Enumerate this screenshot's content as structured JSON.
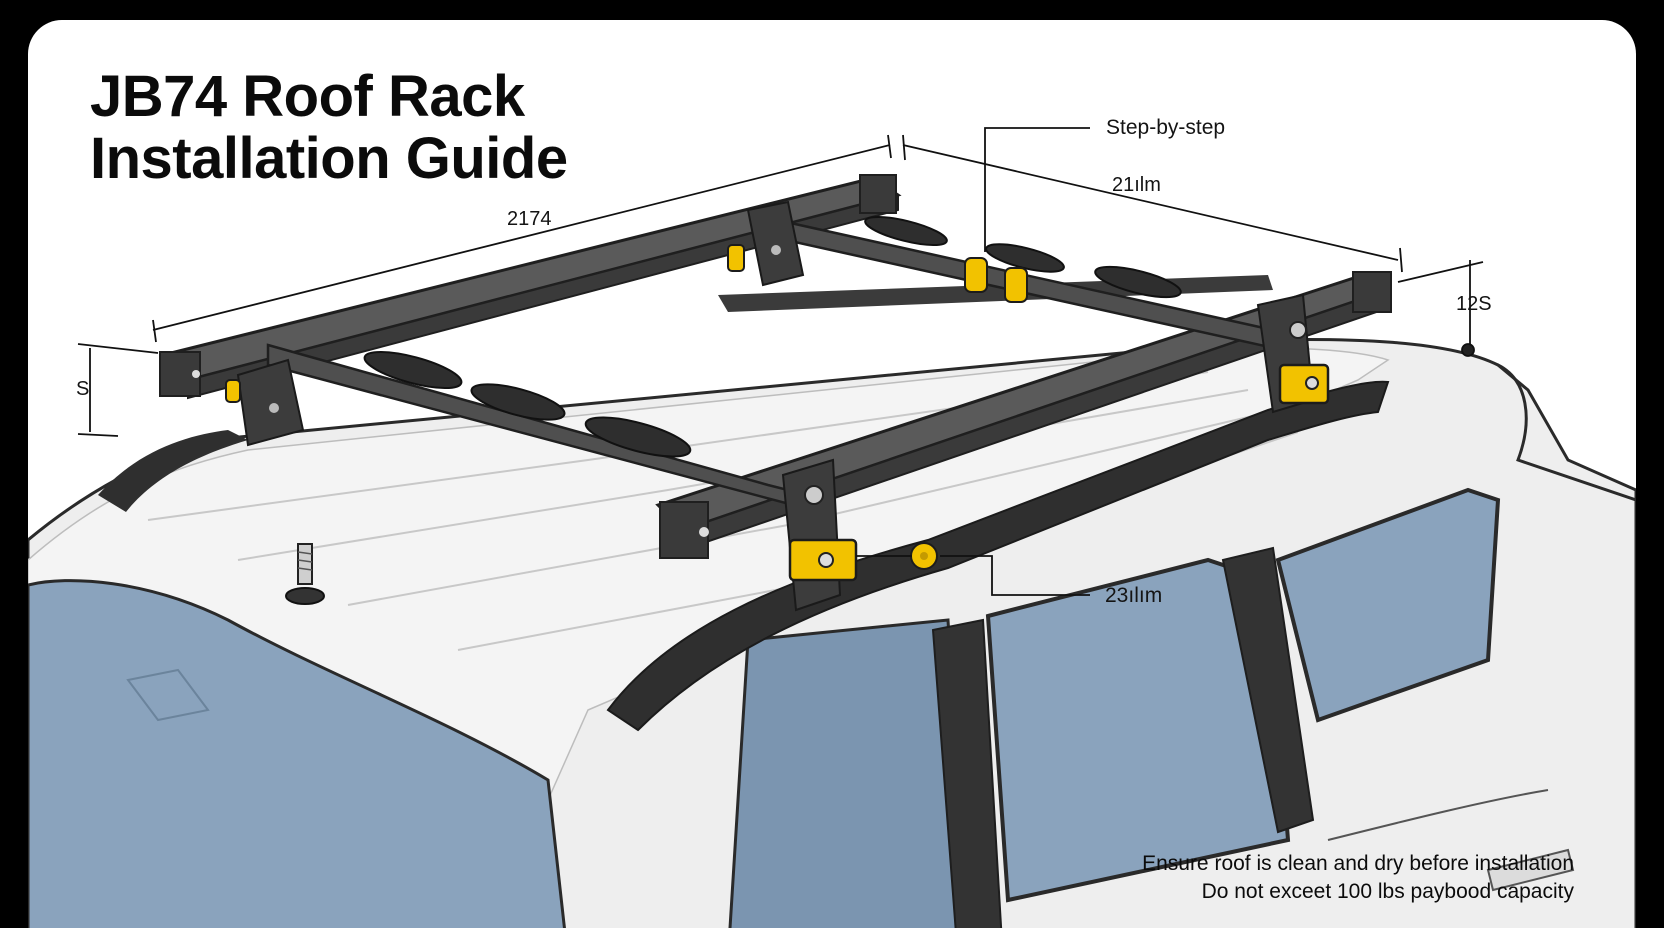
{
  "title": {
    "line1": "JB74 Roof Rack",
    "line2": "Installation Guide"
  },
  "callouts": {
    "steps": "Step-by-step",
    "bracket_size": "23ılım"
  },
  "dimensions": {
    "front_length": "2174",
    "rear_length": "21ılm",
    "left_height": "S",
    "right_height": "12S"
  },
  "notes": {
    "line1": "Ensure roof is clean and dry before installation",
    "line2": "Do not exceet 100 lbs paybood capacity"
  },
  "colors": {
    "background": "#000000",
    "panel": "#ffffff",
    "rack_metal": "#4a4a4a",
    "clamp_yellow": "#f2c200",
    "car_body": "#f2f2f2",
    "glass": "#7f9bb8",
    "rail": "#2f2f2f"
  }
}
